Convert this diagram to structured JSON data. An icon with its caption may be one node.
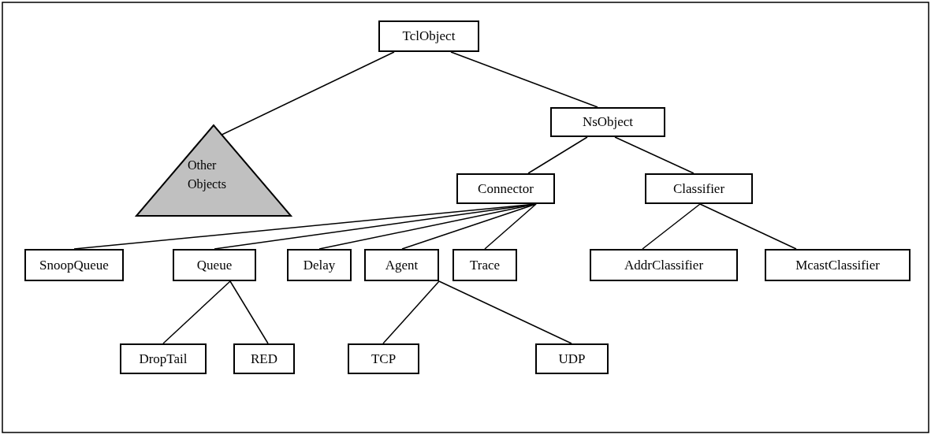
{
  "diagram": {
    "nodes": [
      {
        "text": [
          "TclObject"
        ]
      },
      {
        "text": [
          "Other Objects"
        ]
      },
      {
        "text": [
          "NsObject"
        ]
      },
      {
        "text": [
          "Connector"
        ]
      },
      {
        "text": [
          "Classifier"
        ]
      },
      {
        "text": [
          "SnoopQueue"
        ]
      },
      {
        "text": [
          "Queue"
        ]
      },
      {
        "text": [
          "Delay"
        ]
      },
      {
        "text": [
          "Agent"
        ]
      },
      {
        "text": [
          "Trace"
        ]
      },
      {
        "text": [
          "AddrClassifier"
        ]
      },
      {
        "text": [
          "McastClassifier"
        ]
      },
      {
        "text": [
          "DropTail"
        ]
      },
      {
        "text": [
          "RED"
        ]
      },
      {
        "text": [
          "TCP"
        ]
      },
      {
        "text": [
          "UDP"
        ]
      }
    ],
    "edges": [
      {
        "from": 0,
        "to": 1,
        "arrow": "none"
      },
      {
        "from": 0,
        "to": 2,
        "arrow": "none"
      },
      {
        "from": 2,
        "to": 3,
        "arrow": "none"
      },
      {
        "from": 2,
        "to": 4,
        "arrow": "none"
      },
      {
        "from": 3,
        "to": 5,
        "arrow": "none"
      },
      {
        "from": 3,
        "to": 6,
        "arrow": "none"
      },
      {
        "from": 3,
        "to": 7,
        "arrow": "none"
      },
      {
        "from": 3,
        "to": 8,
        "arrow": "none"
      },
      {
        "from": 3,
        "to": 9,
        "arrow": "none"
      },
      {
        "from": 4,
        "to": 10,
        "arrow": "none"
      },
      {
        "from": 4,
        "to": 11,
        "arrow": "none"
      },
      {
        "from": 6,
        "to": 12,
        "arrow": "none"
      },
      {
        "from": 6,
        "to": 13,
        "arrow": "none"
      },
      {
        "from": 8,
        "to": 14,
        "arrow": "none"
      },
      {
        "from": 8,
        "to": 15,
        "arrow": "none"
      }
    ]
  }
}
